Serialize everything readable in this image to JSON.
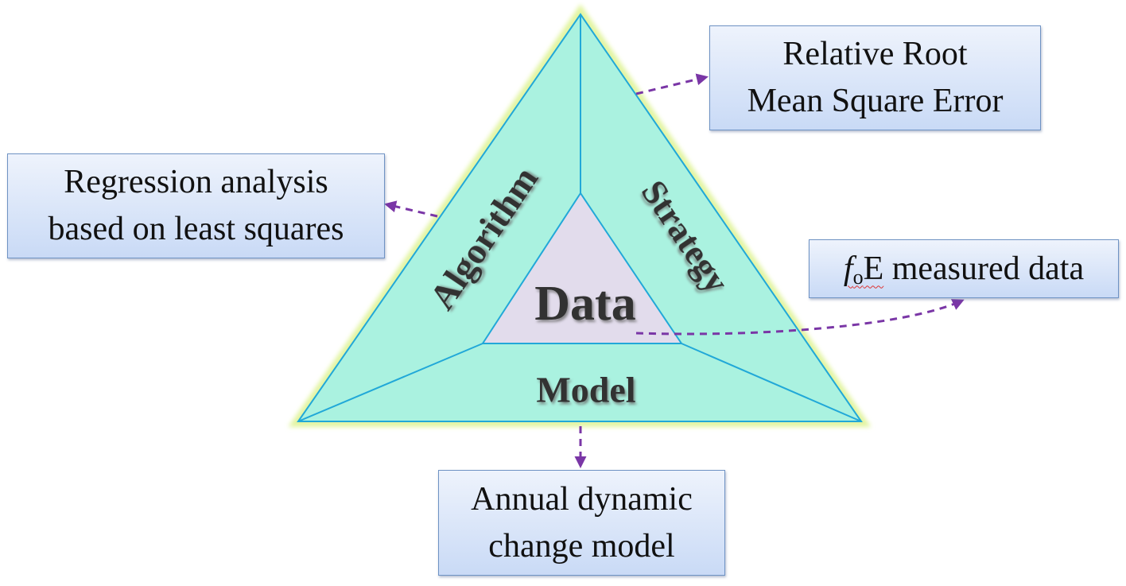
{
  "diagram": {
    "center_label": "Data",
    "left_segment_label": "Algorithm",
    "right_segment_label": "Strategy",
    "bottom_segment_label": "Model"
  },
  "boxes": {
    "top_right": {
      "line1": "Relative Root",
      "line2": "Mean Square Error"
    },
    "left": {
      "line1": "Regression analysis",
      "line2": "based on least squares"
    },
    "right": {
      "italic": "f",
      "subscript": "o",
      "suffix": "E",
      "rest": " measured data"
    },
    "bottom": {
      "line1": "Annual dynamic",
      "line2": "change model"
    }
  },
  "colors": {
    "outer_fill": "#aaf2e0",
    "outer_stroke": "#21a8d8",
    "inner_fill": "#e2dcec",
    "glow": "#e2f4a0",
    "arrow": "#7a36a6",
    "label_text": "#333333",
    "box_border": "#6f93c4"
  }
}
